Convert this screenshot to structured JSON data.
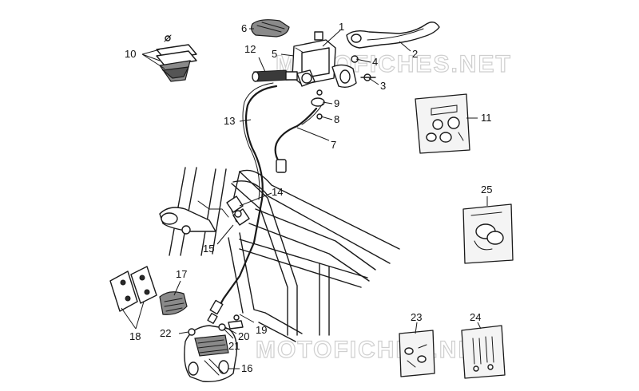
{
  "watermark": {
    "top": "MOTOFICHES.NET",
    "bottom": "MOTOFICHES.NET"
  },
  "callouts": [
    "1",
    "2",
    "3",
    "4",
    "5",
    "6",
    "7",
    "8",
    "9",
    "10",
    "11",
    "12",
    "13",
    "14",
    "15",
    "16",
    "17",
    "18",
    "19",
    "20",
    "21",
    "22",
    "23",
    "24",
    "25"
  ]
}
